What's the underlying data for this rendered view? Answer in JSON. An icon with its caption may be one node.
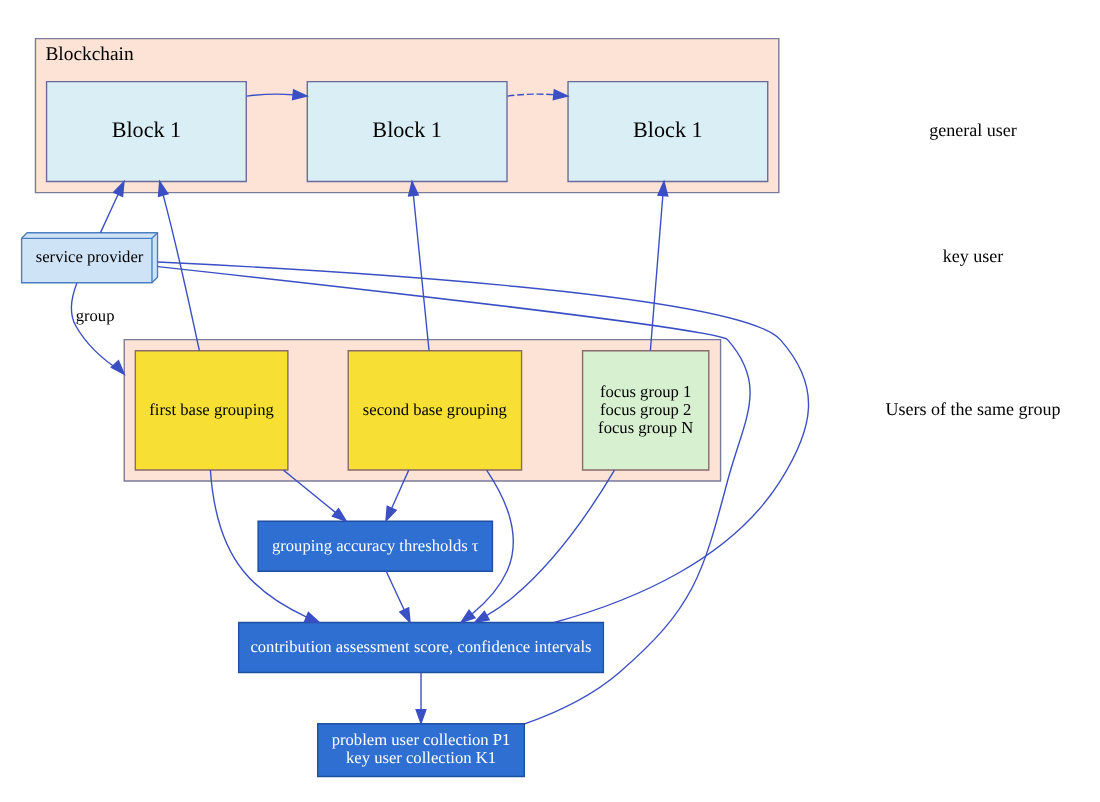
{
  "diagram": {
    "nodes": [
      {
        "text": [
          "Blockchain"
        ]
      },
      {
        "text": [
          "Block 1"
        ],
        "in": 0
      },
      {
        "text": [
          "Block 1"
        ],
        "in": 0
      },
      {
        "text": [
          "Block 1"
        ],
        "in": 0
      },
      {
        "text": [
          "service provider"
        ]
      },
      {
        "text": [],
        "shape": "box"
      },
      {
        "text": [
          "first base grouping"
        ],
        "in": 5
      },
      {
        "text": [
          "second base grouping"
        ],
        "in": 5
      },
      {
        "text": [
          "focus group 1",
          "focus group 2",
          "focus group N"
        ],
        "in": 5
      },
      {
        "text": [
          "grouping accuracy thresholds τ"
        ]
      },
      {
        "text": [
          "problem user collection P1",
          "key user collection K1"
        ]
      },
      {
        "text": [
          "contribution assessment score, confidence intervals"
        ]
      }
    ],
    "edges": [
      {
        "from": 1,
        "to": 2,
        "arrow": "to"
      },
      {
        "from": 2,
        "to": 3,
        "arrow": "to",
        "style": "dashed"
      },
      {
        "from": 4,
        "to": 1,
        "arrow": "to"
      },
      {
        "from": 6,
        "to": 1,
        "arrow": "to"
      },
      {
        "from": 7,
        "to": 2,
        "arrow": "to"
      },
      {
        "from": 8,
        "to": 3,
        "arrow": "to"
      },
      {
        "from": 4,
        "to": 5,
        "arrow": "to",
        "label": "group"
      },
      {
        "from": 6,
        "to": 9,
        "arrow": "to"
      },
      {
        "from": 7,
        "to": 9,
        "arrow": "to"
      },
      {
        "from": 6,
        "to": 11,
        "arrow": "to"
      },
      {
        "from": 7,
        "to": 11,
        "arrow": "to"
      },
      {
        "from": 8,
        "to": 11,
        "arrow": "to"
      },
      {
        "from": 9,
        "to": 11,
        "arrow": "to"
      },
      {
        "from": 11,
        "to": 10,
        "arrow": "to"
      },
      {
        "from": 10,
        "to": 4,
        "arrow": "none"
      },
      {
        "from": 11,
        "to": 4,
        "arrow": "none"
      }
    ],
    "legend": [
      {
        "text": "general user"
      },
      {
        "text": "key user"
      },
      {
        "text": "Users of the same group"
      }
    ]
  }
}
